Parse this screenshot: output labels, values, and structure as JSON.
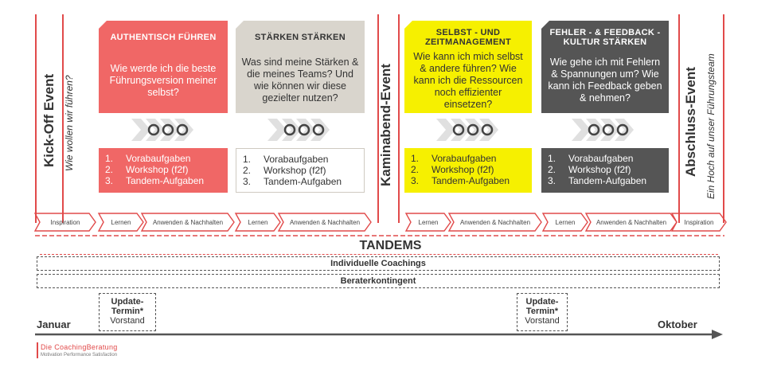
{
  "kickoff": {
    "title": "Kick-Off Event",
    "subtitle": "Wie wollen wir führen?"
  },
  "kaminabend": {
    "title": "Kaminabend-Event"
  },
  "abschluss": {
    "title": "Abschluss-Event",
    "subtitle": "Ein Hoch auf unser Führungsteam"
  },
  "phases": [
    {
      "title": "AUTHENTISCH FÜHREN",
      "question": "Wie werde ich die beste Führungsversion meiner selbst?",
      "color": "#f06766",
      "text_color_head": "#ffffff",
      "text_color_body": "#ffffff"
    },
    {
      "title": "STÄRKEN  STÄRKEN",
      "question": "Was sind meine Stärken & die meines Teams? Und wie können wir diese  gezielter nutzen?",
      "color": "#d9d5cd",
      "text_color_head": "#333333",
      "text_color_body": "#333333"
    },
    {
      "title": "SELBST - UND ZEITMANAGEMENT",
      "question": "Wie kann ich mich selbst & andere führen? Wie kann ich die Ressourcen noch effizienter einsetzen?",
      "color": "#f6f000",
      "text_color_head": "#333333",
      "text_color_body": "#333333"
    },
    {
      "title": "FEHLER - & FEEDBACK - KULTUR STÄRKEN",
      "question": "Wie gehe ich mit Fehlern & Spannungen um? Wie kann ich Feedback geben & nehmen?",
      "color": "#555555",
      "text_color_head": "#ffffff",
      "text_color_body": "#ffffff"
    }
  ],
  "lists": [
    {
      "items": [
        "Vorabaufgaben",
        "Workshop (f2f)",
        "Tandem-Aufgaben"
      ],
      "color": "#f06766",
      "text": "#ffffff"
    },
    {
      "items": [
        "Vorabaufgaben",
        "Workshop (f2f)",
        "Tandem-Aufgaben"
      ],
      "color": "#ffffff",
      "text": "#333333"
    },
    {
      "items": [
        "Vorabaufgaben",
        "Workshop (f2f)",
        "Tandem-Aufgaben"
      ],
      "color": "#f6f000",
      "text": "#333333"
    },
    {
      "items": [
        "Vorabaufgaben",
        "Workshop (f2f)",
        "Tandem-Aufgaben"
      ],
      "color": "#555555",
      "text": "#ffffff"
    }
  ],
  "list_numbers": [
    "1.",
    "2.",
    "3."
  ],
  "tags": {
    "inspiration_left": "Inspiration",
    "inspiration_right": "Inspiration",
    "lernen": "Lernen",
    "anwenden": "Anwenden & Nachhalten"
  },
  "tandems": "TANDEMS",
  "coachings": "Individuelle Coachings",
  "berater": "Beraterkontingent",
  "update1": {
    "line1": "Update-",
    "line2": "Termin*",
    "line3": "Vorstand"
  },
  "update2": {
    "line1": "Update-",
    "line2": "Termin*",
    "line3": "Vorstand"
  },
  "timeline": {
    "start": "Januar",
    "end": "Oktober"
  },
  "logo": {
    "name": "Die CoachingBeratung",
    "tagline": "Motivation Performance Satisfaction"
  },
  "colors": {
    "accent": "#e14a4a",
    "grey_dark": "#555555"
  }
}
